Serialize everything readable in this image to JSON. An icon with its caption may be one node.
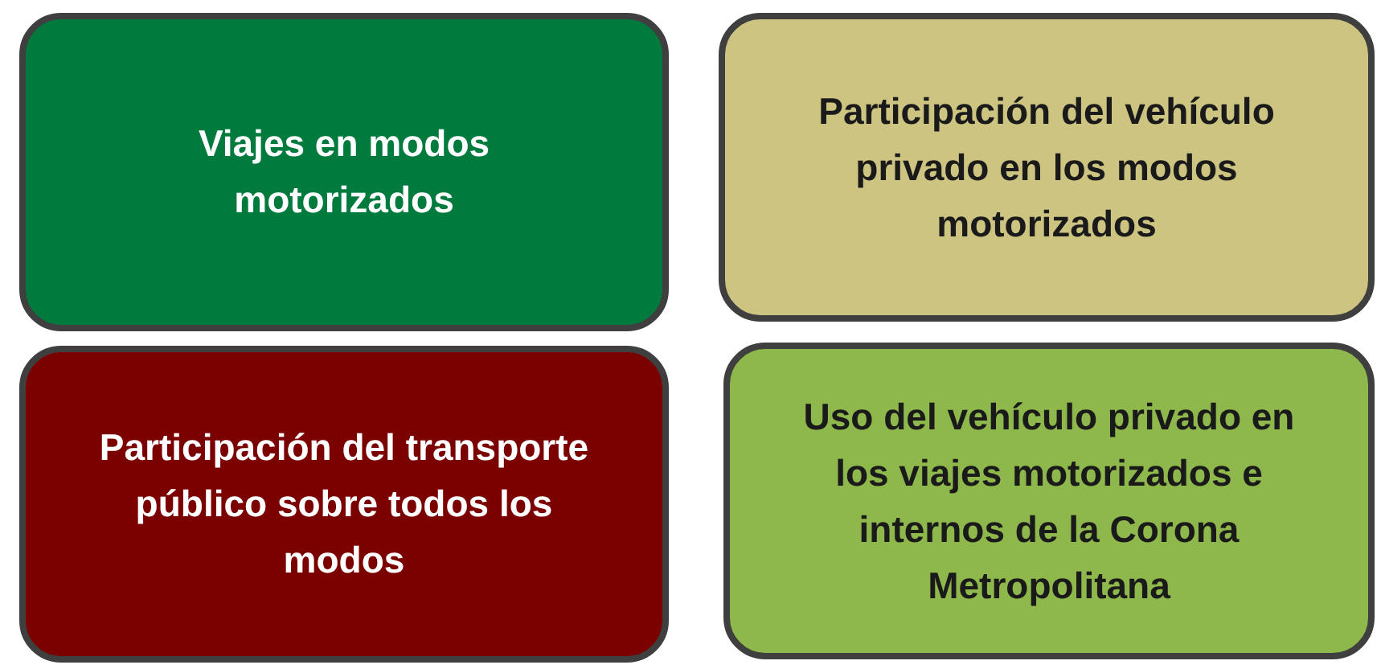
{
  "diagram": {
    "nodes": [
      {
        "text": [
          "Viajes en modos motorizados"
        ]
      },
      {
        "text": [
          "Participación del vehículo privado en los modos motorizados"
        ]
      },
      {
        "text": [
          "Participación del transporte público sobre todos los modos"
        ]
      },
      {
        "text": [
          "Uso del vehículo privado en los viajes motorizados e internos de la Corona Metropolitana"
        ]
      }
    ]
  }
}
